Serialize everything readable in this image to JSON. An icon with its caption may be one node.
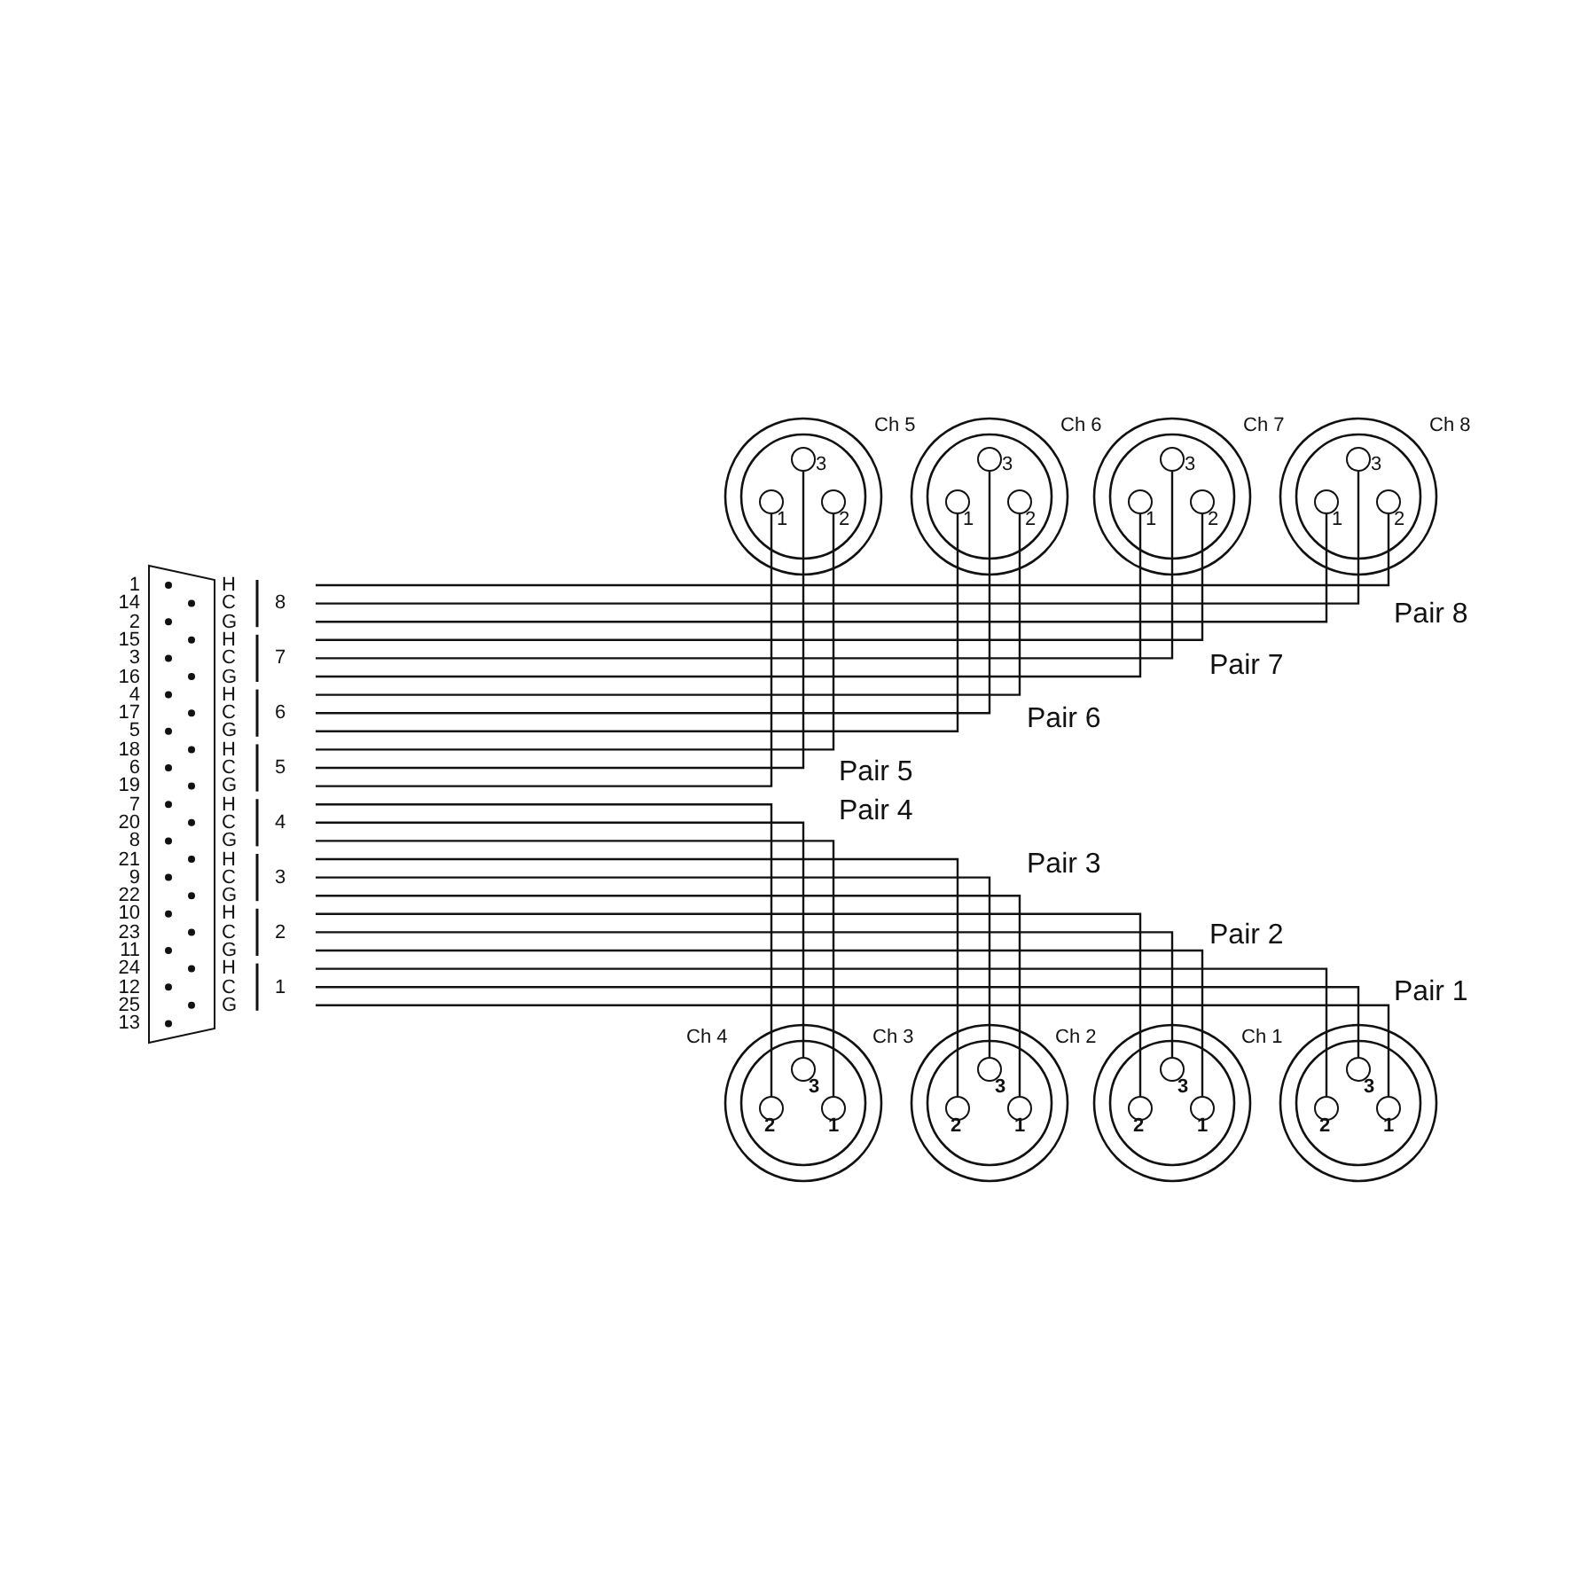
{
  "diagram": {
    "nodes": [
      {
        "text": [],
        "shape": "trapezoid",
        "beside": [
          "1",
          "14",
          "2",
          "15",
          "3",
          "16",
          "4",
          "17",
          "5",
          "18",
          "6",
          "19",
          "7",
          "20",
          "8",
          "21",
          "9",
          "22",
          "10",
          "23",
          "11",
          "24",
          "12",
          "25",
          "13"
        ]
      },
      {
        "text": [
          "Ch 5"
        ]
      },
      {
        "text": [
          "3"
        ],
        "in": 1
      },
      {
        "text": [
          "1"
        ],
        "in": 1
      },
      {
        "text": [
          "2"
        ],
        "in": 1
      },
      {
        "text": [
          "Ch 6"
        ]
      },
      {
        "text": [
          "3"
        ],
        "in": 5
      },
      {
        "text": [
          "1"
        ],
        "in": 5
      },
      {
        "text": [
          "2"
        ],
        "in": 5
      },
      {
        "text": [
          "Ch 7"
        ]
      },
      {
        "text": [
          "3"
        ],
        "in": 9
      },
      {
        "text": [
          "1"
        ],
        "in": 9
      },
      {
        "text": [
          "2"
        ],
        "in": 9
      },
      {
        "text": [
          "Ch 8"
        ]
      },
      {
        "text": [
          "3"
        ],
        "in": 13
      },
      {
        "text": [
          "1"
        ],
        "in": 13
      },
      {
        "text": [
          "2"
        ],
        "in": 13
      },
      {
        "text": [
          "Ch 4"
        ]
      },
      {
        "text": [
          "3"
        ],
        "in": 17
      },
      {
        "text": [
          "2"
        ],
        "in": 17
      },
      {
        "text": [
          "1"
        ],
        "in": 17
      },
      {
        "text": [
          "Ch 3"
        ]
      },
      {
        "text": [
          "3"
        ],
        "in": 21
      },
      {
        "text": [
          "2"
        ],
        "in": 21
      },
      {
        "text": [
          "1"
        ],
        "in": 21
      },
      {
        "text": [
          "Ch 2"
        ]
      },
      {
        "text": [
          "3"
        ],
        "in": 25
      },
      {
        "text": [
          "2"
        ],
        "in": 25
      },
      {
        "text": [
          "1"
        ],
        "in": 25
      },
      {
        "text": [
          "Ch 1"
        ]
      },
      {
        "text": [
          "3"
        ],
        "in": 29
      },
      {
        "text": [
          "2"
        ],
        "in": 29
      },
      {
        "text": [
          "1"
        ],
        "in": 29
      }
    ],
    "edges": [
      {
        "from": null,
        "to": 16,
        "arrow": "none"
      },
      {
        "from": null,
        "to": 14,
        "arrow": "none"
      },
      {
        "from": null,
        "to": 15,
        "arrow": "none"
      },
      {
        "from": null,
        "to": 12,
        "arrow": "none"
      },
      {
        "from": null,
        "to": 10,
        "arrow": "none"
      },
      {
        "from": null,
        "to": 11,
        "arrow": "none"
      },
      {
        "from": null,
        "to": 8,
        "arrow": "none"
      },
      {
        "from": null,
        "to": 6,
        "arrow": "none"
      },
      {
        "from": null,
        "to": 7,
        "arrow": "none"
      },
      {
        "from": null,
        "to": 4,
        "arrow": "none"
      },
      {
        "from": null,
        "to": 2,
        "arrow": "none"
      },
      {
        "from": null,
        "to": 3,
        "arrow": "none"
      },
      {
        "from": null,
        "to": 19,
        "arrow": "none"
      },
      {
        "from": null,
        "to": 18,
        "arrow": "none"
      },
      {
        "from": null,
        "to": 20,
        "arrow": "none"
      },
      {
        "from": null,
        "to": 23,
        "arrow": "none"
      },
      {
        "from": null,
        "to": 22,
        "arrow": "none"
      },
      {
        "from": null,
        "to": 24,
        "arrow": "none"
      },
      {
        "from": null,
        "to": 27,
        "arrow": "none"
      },
      {
        "from": null,
        "to": 26,
        "arrow": "none"
      },
      {
        "from": null,
        "to": 28,
        "arrow": "none"
      },
      {
        "from": null,
        "to": 31,
        "arrow": "none"
      },
      {
        "from": null,
        "to": 30,
        "arrow": "none"
      },
      {
        "from": null,
        "to": 32,
        "arrow": "none"
      }
    ],
    "labels": [
      "H",
      "C",
      "G",
      "H",
      "C",
      "G",
      "H",
      "C",
      "G",
      "H",
      "C",
      "G",
      "H",
      "C",
      "G",
      "H",
      "C",
      "G",
      "H",
      "C",
      "G",
      "H",
      "C",
      "G",
      "8",
      "7",
      "6",
      "5",
      "4",
      "3",
      "2",
      "1",
      "Pair 8",
      "Pair 7",
      "Pair 6",
      "Pair 5",
      "Pair 4",
      "Pair 3",
      "Pair 2",
      "Pair 1"
    ]
  }
}
